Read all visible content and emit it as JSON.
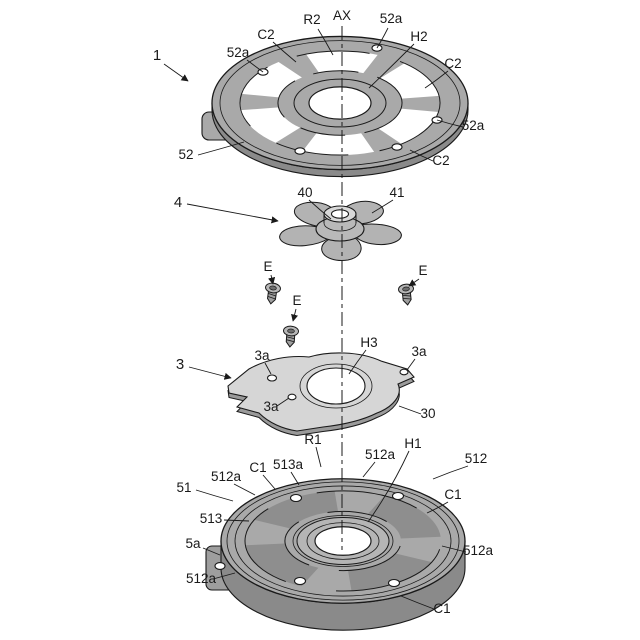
{
  "figure": {
    "type": "patent-exploded-view",
    "axis_label": "AX"
  },
  "colors": {
    "ink": "#1a1a1a",
    "part_dark": "#8a8a8a",
    "part_mid": "#a9a9a9",
    "part_light": "#d6d6d6",
    "hole_white": "#ffffff",
    "background": "#ffffff"
  },
  "callouts": [
    {
      "text": "AX"
    },
    {
      "text": "R2"
    },
    {
      "text": "52a"
    },
    {
      "text": "C2"
    },
    {
      "text": "H2"
    },
    {
      "text": "52a"
    },
    {
      "text": "C2"
    },
    {
      "text": "1"
    },
    {
      "text": "52a"
    },
    {
      "text": "52"
    },
    {
      "text": "C2"
    },
    {
      "text": "4"
    },
    {
      "text": "40"
    },
    {
      "text": "41"
    },
    {
      "text": "E"
    },
    {
      "text": "E"
    },
    {
      "text": "E"
    },
    {
      "text": "3"
    },
    {
      "text": "3a"
    },
    {
      "text": "H3"
    },
    {
      "text": "3a"
    },
    {
      "text": "3a"
    },
    {
      "text": "30"
    },
    {
      "text": "R1"
    },
    {
      "text": "512a"
    },
    {
      "text": "H1"
    },
    {
      "text": "512"
    },
    {
      "text": "513a"
    },
    {
      "text": "C1"
    },
    {
      "text": "512a"
    },
    {
      "text": "51"
    },
    {
      "text": "C1"
    },
    {
      "text": "513"
    },
    {
      "text": "5a"
    },
    {
      "text": "512a"
    },
    {
      "text": "512a"
    },
    {
      "text": "C1"
    }
  ]
}
